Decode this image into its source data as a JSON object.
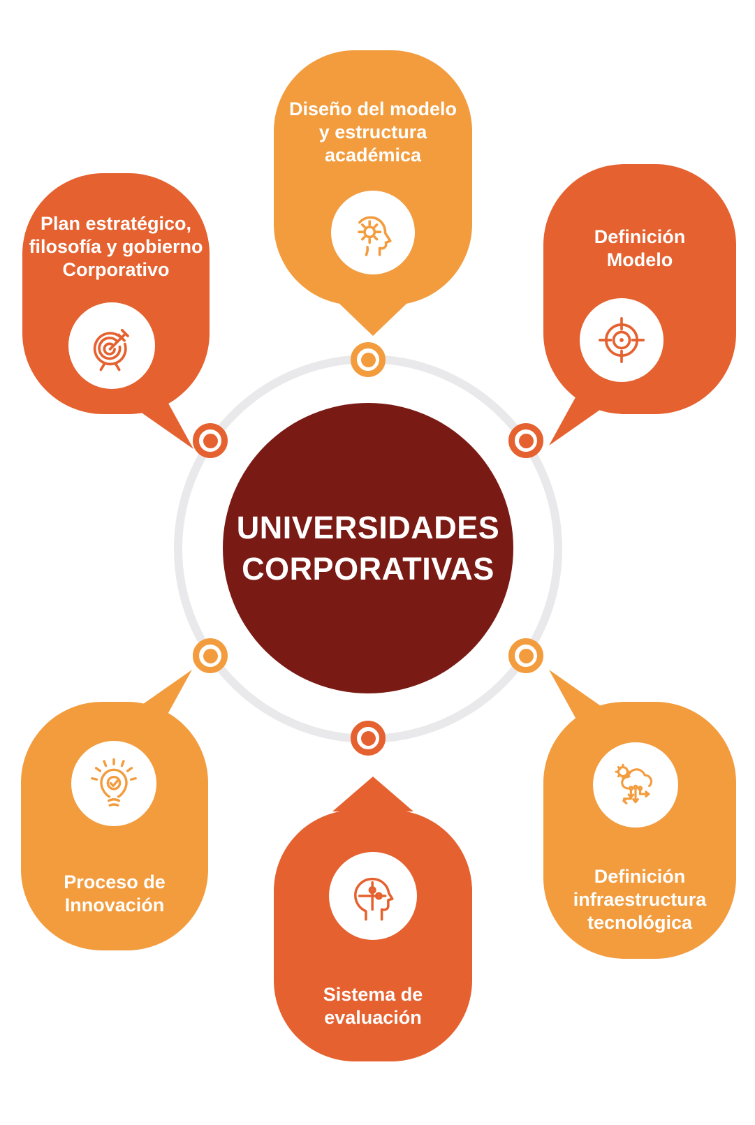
{
  "colors": {
    "light_orange": "#F29C3E",
    "dark_orange": "#E5612F",
    "maroon": "#7A1A14",
    "ring_gray": "#E9E9EB",
    "text_white": "#FFFFFF"
  },
  "center": {
    "lines": [
      "UNIVERSIDADES",
      "CORPORATIVAS"
    ]
  },
  "nodes": [
    {
      "id": "diseno-modelo-academico",
      "tone": "light",
      "icon": "head-gear-icon",
      "lines": [
        "Diseño del modelo",
        "y estructura",
        "académica"
      ]
    },
    {
      "id": "plan-estrategico",
      "tone": "dark",
      "icon": "dart-target-icon",
      "lines": [
        "Plan estratégico,",
        "filosofía y gobierno",
        "Corporativo"
      ]
    },
    {
      "id": "definicion-modelo",
      "tone": "dark",
      "icon": "crosshair-target-icon",
      "lines": [
        "Definición",
        "Modelo",
        ""
      ]
    },
    {
      "id": "proceso-innovacion",
      "tone": "light",
      "icon": "lightbulb-check-icon",
      "lines": [
        "Proceso de",
        "Innovación",
        ""
      ]
    },
    {
      "id": "sistema-evaluacion",
      "tone": "dark",
      "icon": "puzzle-head-icon",
      "lines": [
        "Sistema de",
        "evaluación",
        ""
      ]
    },
    {
      "id": "definicion-infraestructura",
      "tone": "light",
      "icon": "cloud-gear-circuit-icon",
      "lines": [
        "Definición",
        "infraestructura",
        "tecnológica"
      ]
    }
  ]
}
